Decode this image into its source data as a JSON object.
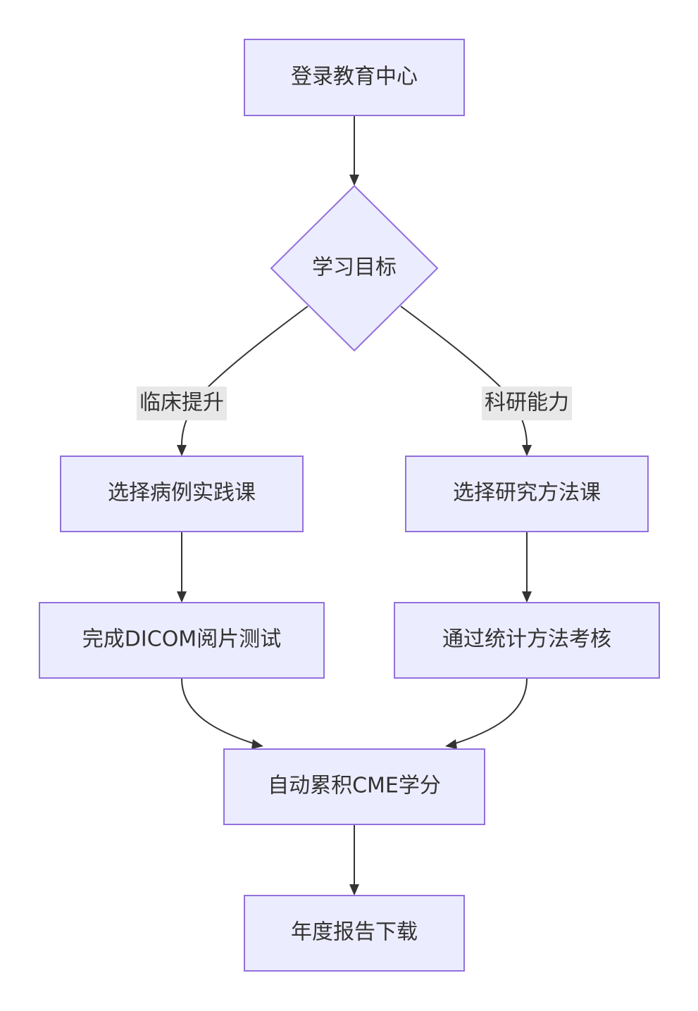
{
  "nodes": {
    "login": "登录教育中心",
    "goal": "学习目标",
    "clinical_course": "选择病例实践课",
    "research_course": "选择研究方法课",
    "dicom_test": "完成DICOM阅片测试",
    "stats_exam": "通过统计方法考核",
    "cme_credits": "自动累积CME学分",
    "annual_report": "年度报告下载"
  },
  "edge_labels": {
    "clinical": "临床提升",
    "research": "科研能力"
  },
  "colors": {
    "node_fill": "#ececff",
    "node_stroke": "#9370db",
    "edge": "#333333",
    "label_bg": "#e8e8e8",
    "text": "#333333"
  }
}
